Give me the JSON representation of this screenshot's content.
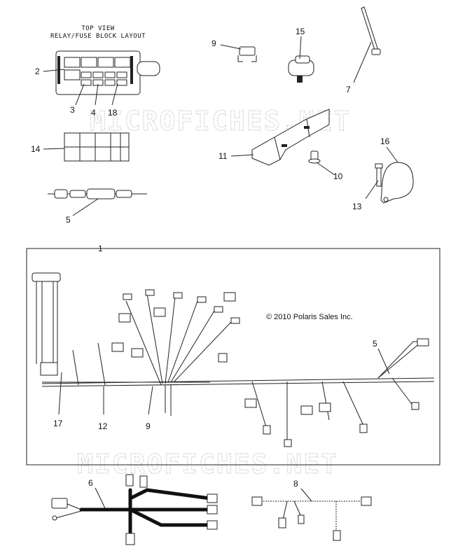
{
  "fuse_block": {
    "title_line1": "TOP VIEW",
    "title_line2": "RELAY/FUSE BLOCK LAYOUT"
  },
  "copyright": "© 2010 Polaris Sales Inc.",
  "watermark": "MICROFICHES.NET",
  "callouts": {
    "c1": "1",
    "c2": "2",
    "c3": "3",
    "c4": "4",
    "c5a": "5",
    "c5b": "5",
    "c6": "6",
    "c7": "7",
    "c8": "8",
    "c9a": "9",
    "c9b": "9",
    "c10": "10",
    "c11": "11",
    "c12": "12",
    "c13": "13",
    "c14": "14",
    "c15": "15",
    "c16": "16",
    "c17": "17",
    "c18": "18"
  }
}
